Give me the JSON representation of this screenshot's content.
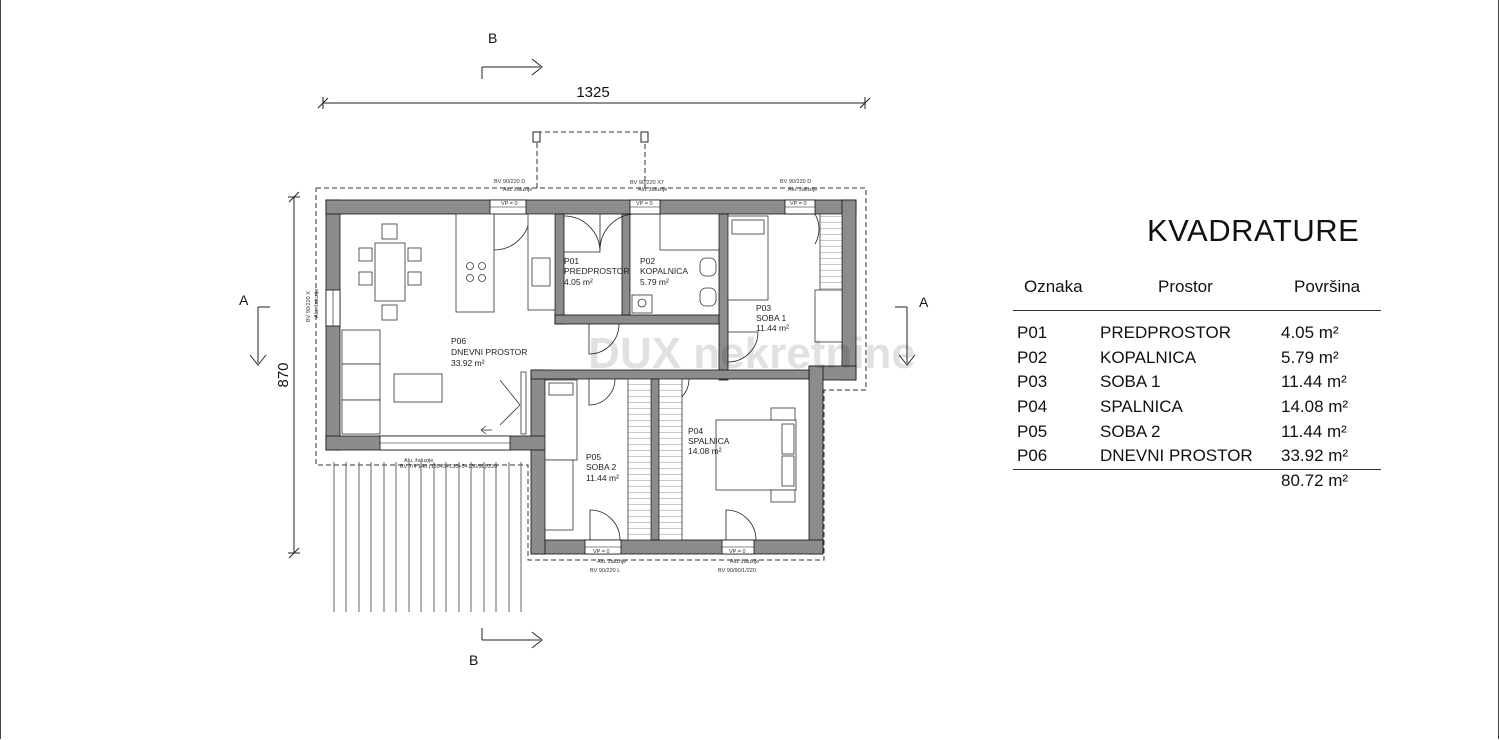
{
  "drawing": {
    "overall_width": "1325",
    "overall_height": "870",
    "section_a": "A",
    "section_b": "B",
    "watermark": "DUX nekretnine",
    "rooms": [
      {
        "code": "P01",
        "name": "PREDPROSTOR",
        "area": "4.05 m²"
      },
      {
        "code": "P02",
        "name": "KOPALNICA",
        "area": "5.79 m²"
      },
      {
        "code": "P03",
        "name": "SOBA 1",
        "area": "11.44 m²"
      },
      {
        "code": "P04",
        "name": "SPALNICA",
        "area": "14.08 m²"
      },
      {
        "code": "P05",
        "name": "SOBA 2",
        "area": "11.44 m²"
      },
      {
        "code": "P06",
        "name": "DNEVNI PROSTOR",
        "area": "33.92 m²"
      }
    ],
    "tags": {
      "window_top_left": "BV 90/220 D",
      "window_top_mid": "BV 90/220 X7",
      "window_top_right": "BV 90/220 D",
      "window_bottom_left": "BV 90/220 L",
      "window_bottom_right": "BV 90/90/1/220",
      "door_main": "BV 7/4 140 (130+3+130+3+130/90)/220",
      "vp": "VP = 0",
      "alu": "Alu. žaluzije",
      "window_side": "BV 90/220 X"
    }
  },
  "schedule": {
    "title": "KVADRATURE",
    "headers": {
      "code": "Oznaka",
      "room": "Prostor",
      "area": "Površina"
    },
    "rows": [
      {
        "code": "P01",
        "room": "PREDPROSTOR",
        "area": "4.05 m²"
      },
      {
        "code": "P02",
        "room": "KOPALNICA",
        "area": "5.79 m²"
      },
      {
        "code": "P03",
        "room": "SOBA 1",
        "area": "11.44 m²"
      },
      {
        "code": "P04",
        "room": "SPALNICA",
        "area": "14.08 m²"
      },
      {
        "code": "P05",
        "room": "SOBA 2",
        "area": "11.44 m²"
      },
      {
        "code": "P06",
        "room": "DNEVNI PROSTOR",
        "area": "33.92 m²"
      }
    ],
    "total": "80.72 m²"
  }
}
